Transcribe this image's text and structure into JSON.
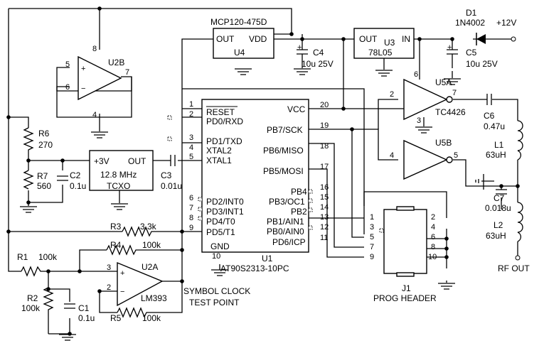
{
  "parts": {
    "u4": {
      "part": "MCP120-475D",
      "ref": "U4",
      "pin_out": "OUT",
      "pin_vdd": "VDD"
    },
    "u3": {
      "part": "78L05",
      "ref": "U3",
      "pin_out": "OUT",
      "pin_in": "IN"
    },
    "d1": {
      "ref": "D1",
      "part": "1N4002"
    },
    "supply": "+12V",
    "c4": {
      "ref": "C4",
      "value": "10u 25V"
    },
    "c5": {
      "ref": "C5",
      "value": "10u 25V"
    },
    "u2b": {
      "ref": "U2B",
      "pins": [
        "8",
        "5",
        "6",
        "7",
        "4"
      ]
    },
    "r6": {
      "ref": "R6",
      "value": "270"
    },
    "r7": {
      "ref": "R7",
      "value": "560"
    },
    "c2": {
      "ref": "C2",
      "value": "0.1u"
    },
    "tcxo": {
      "v": "+3V",
      "out": "OUT",
      "freq": "12.8 MHz",
      "name": "TCXO"
    },
    "c3": {
      "ref": "C3",
      "value": "0.01u"
    },
    "r3": {
      "ref": "R3",
      "value": "3.3k"
    },
    "r4": {
      "ref": "R4",
      "value": "100k"
    },
    "r5": {
      "ref": "R5",
      "value": "100k"
    },
    "r1": {
      "ref": "R1",
      "value": "100k"
    },
    "r2": {
      "ref": "R2",
      "value": "100k"
    },
    "c1": {
      "ref": "C1",
      "value": "0.1u"
    },
    "u2a": {
      "ref": "U2A",
      "part": "LM393",
      "pin3": "3",
      "pin2": "2"
    },
    "testpoint": [
      "SYMBOL CLOCK",
      "TEST POINT"
    ],
    "u1": {
      "ref": "U1",
      "part": "AT90S2313-10PC",
      "left_pins": [
        {
          "num": "1",
          "name": ""
        },
        {
          "num": "2",
          "name": "PD0/RXD"
        },
        {
          "num": "3",
          "name": "PD1/TXD"
        },
        {
          "num": "4",
          "name": "XTAL2"
        },
        {
          "num": "5",
          "name": "XTAL1"
        },
        {
          "num": "6",
          "name": "PD2/INT0"
        },
        {
          "num": "7",
          "name": "PD3/INT1"
        },
        {
          "num": "8",
          "name": "PD4/T0"
        },
        {
          "num": "9",
          "name": "PD5/T1"
        }
      ],
      "reset_label": "RESET",
      "gnd_label": "GND",
      "gnd_pin": "10",
      "right_pins": [
        {
          "num": "20",
          "name": "VCC"
        },
        {
          "num": "19",
          "name": "PB7/SCK"
        },
        {
          "num": "18",
          "name": "PB6/MISO"
        },
        {
          "num": "17",
          "name": "PB5/MOSI"
        },
        {
          "num": "16",
          "name": "PB4"
        },
        {
          "num": "15",
          "name": "PB3/OC1"
        },
        {
          "num": "14",
          "name": "PB2"
        },
        {
          "num": "13",
          "name": "PB1/AIN1"
        },
        {
          "num": "12",
          "name": "PB0/AIN0"
        },
        {
          "num": "11",
          "name": "PD6/ICP"
        }
      ]
    },
    "u5a": {
      "ref": "U5A",
      "part": "TC4426",
      "pin_in": "2",
      "pin_out": "7",
      "pin_vdd": "6",
      "pin_gnd": "3"
    },
    "u5b": {
      "ref": "U5B",
      "pin_in": "4",
      "pin_out": "5"
    },
    "c6": {
      "ref": "C6",
      "value": "0.47u"
    },
    "l1": {
      "ref": "L1",
      "value": "63uH"
    },
    "c7": {
      "ref": "C7",
      "value": "0.018u"
    },
    "l2": {
      "ref": "L2",
      "value": "63uH"
    },
    "rf_out": "RF OUT",
    "j1": {
      "ref": "J1",
      "name": "PROG HEADER",
      "left": [
        "1",
        "3",
        "5",
        "7",
        "9"
      ],
      "right": [
        "2",
        "4",
        "6",
        "8",
        "10"
      ]
    }
  }
}
